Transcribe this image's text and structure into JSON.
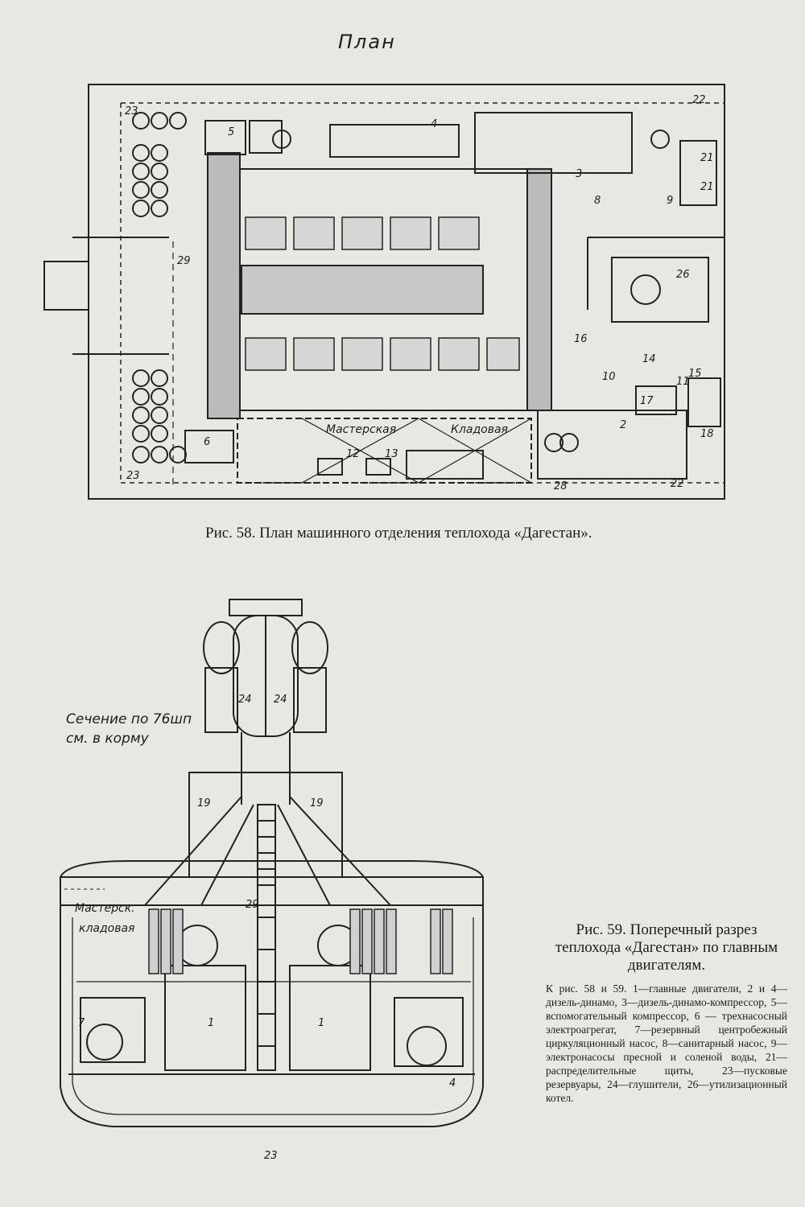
{
  "plan_title": "План",
  "fig58_caption": "Рис. 58. План машинного отделения теплохода «Дагестан».",
  "section_label": "Сечение по 76шп см. в корму",
  "fig59_caption": "Рис. 59. Поперечный разрез теплохода «Дагестан» по главным двигателям.",
  "legend_text": "К рис. 58 и 59. 1—главные двигатели, 2 и 4—дизель-динамо, 3—дизель-динамо-компрессор, 5—вспомогательный компрессор, 6 — трехнасосный электроагрегат, 7—резервный центробежный циркуляционный насос, 8—санитарный насос, 9—электронасосы пресной и соленой воды, 21—распределительные щиты, 23—пусковые резервуары, 24—глушители, 26—утилизационный котел.",
  "plan_rooms": {
    "workshop": "Мастерская",
    "storeroom": "Кладовая"
  },
  "section_rooms": {
    "workshop": "Мастерск.",
    "storeroom": "кладовая"
  },
  "plan_callouts": {
    "n2": "2",
    "n3": "3",
    "n4": "4",
    "n5": "5",
    "n6": "6",
    "n8": "8",
    "n9": "9",
    "n10": "10",
    "n11": "11",
    "n12": "12",
    "n13": "13",
    "n14": "14",
    "n15": "15",
    "n16": "16",
    "n17": "17",
    "n18": "18",
    "n21a": "21",
    "n21b": "21",
    "n22a": "22",
    "n22b": "22",
    "n23a": "23",
    "n23b": "23",
    "n26": "26",
    "n28": "28",
    "n29": "29"
  },
  "section_callouts": {
    "n24a": "24",
    "n24b": "24",
    "n19a": "19",
    "n19b": "19",
    "n29": "29",
    "n1a": "1",
    "n1b": "1",
    "n4": "4",
    "n7": "7",
    "n23": "23"
  }
}
